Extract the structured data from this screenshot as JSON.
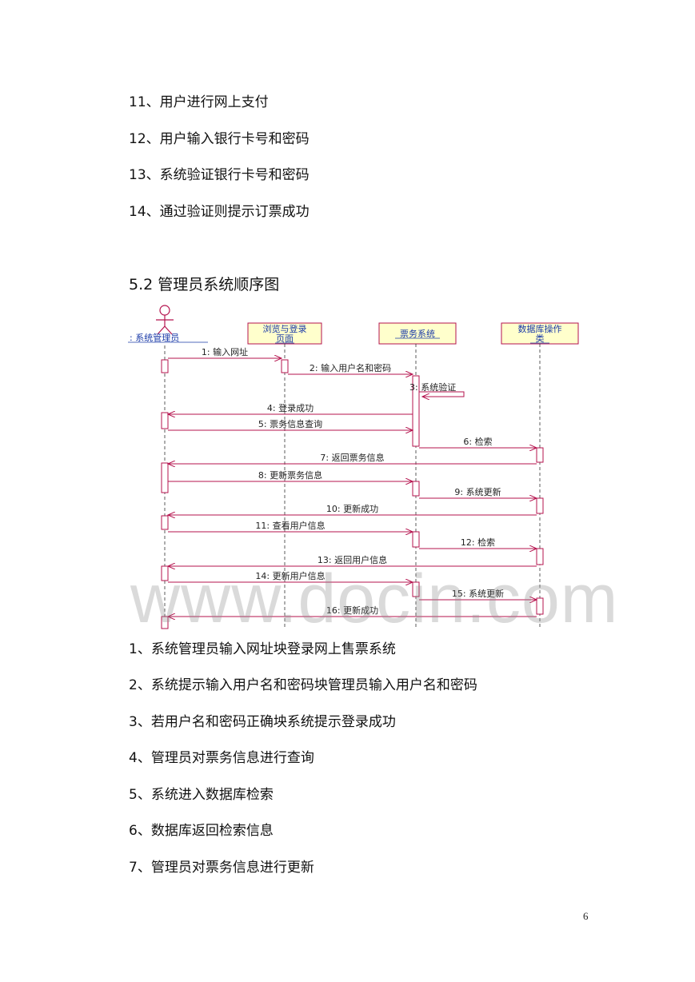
{
  "top_steps": [
    "11、用户进行网上支付",
    "12、用户输入银行卡号和密码",
    "13、系统验证银行卡号和密码",
    "14、通过验证则提示订票成功"
  ],
  "section_heading": "5.2  管理员系统顺序图",
  "diagram": {
    "actor_label": ": 系统管理员",
    "participants": [
      "浏览与登录页面",
      "票务系统",
      "数据库操作类"
    ],
    "messages": [
      {
        "label": "1: 输入网址",
        "from": "actor",
        "to": "浏览与登录页面"
      },
      {
        "label": "2: 输入用户名和密码",
        "from": "浏览与登录页面",
        "to": "票务系统"
      },
      {
        "label": "3: 系统验证",
        "from": "票务系统",
        "to": "票务系统"
      },
      {
        "label": "4: 登录成功",
        "from": "票务系统",
        "to": "actor"
      },
      {
        "label": "5: 票务信息查询",
        "from": "actor",
        "to": "票务系统"
      },
      {
        "label": "6: 检索",
        "from": "票务系统",
        "to": "数据库操作类"
      },
      {
        "label": "7: 返回票务信息",
        "from": "数据库操作类",
        "to": "actor"
      },
      {
        "label": "8: 更新票务信息",
        "from": "actor",
        "to": "票务系统"
      },
      {
        "label": "9: 系统更新",
        "from": "票务系统",
        "to": "数据库操作类"
      },
      {
        "label": "10: 更新成功",
        "from": "数据库操作类",
        "to": "actor"
      },
      {
        "label": "11: 查看用户信息",
        "from": "actor",
        "to": "票务系统"
      },
      {
        "label": "12: 检索",
        "from": "票务系统",
        "to": "数据库操作类"
      },
      {
        "label": "13: 返回用户信息",
        "from": "数据库操作类",
        "to": "actor"
      },
      {
        "label": "14: 更新用户信息",
        "from": "actor",
        "to": "票务系统"
      },
      {
        "label": "15: 系统更新",
        "from": "票务系统",
        "to": "数据库操作类"
      },
      {
        "label": "16: 更新成功",
        "from": "数据库操作类",
        "to": "actor"
      }
    ]
  },
  "watermark": "www.docin.com",
  "bottom_steps": [
    "1、系统管理员输入网址坱登录网上售票系统",
    "2、系统提示输入用户名和密码坱管理员输入用户名和密码",
    "3、若用户名和密码正确坱系统提示登录成功",
    "4、管理员对票务信息进行查询",
    "5、系统进入数据库检索",
    "6、数据库返回检索信息",
    "7、管理员对票务信息进行更新"
  ],
  "page_number": "6",
  "colors": {
    "arrow": "#b5134e",
    "participant_fill": "#ffffcc",
    "participant_border": "#b5134e",
    "participant_text": "#1a3aa8",
    "lifeline": "#333333"
  }
}
